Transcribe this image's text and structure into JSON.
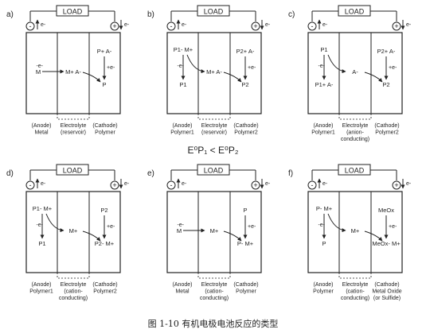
{
  "load_label": "LOAD",
  "minus_sign": "-",
  "plus_sign": "+",
  "electron": "e-",
  "caption": "图 1-10  有机电极电池反应的类型",
  "equation": {
    "text": "E⁰P₁ < E⁰P₂"
  },
  "panels": [
    {
      "letter": "a)",
      "labels": {
        "anode": [
          "(Anode)",
          "Metal"
        ],
        "electrolyte": [
          "Electrolyte",
          "(reservoir)"
        ],
        "cathode": [
          "(Cathode)",
          "Polymer"
        ]
      },
      "species": {
        "left_top": "",
        "left_mid": "M",
        "left_bottom": "",
        "left_arrow": "-e-",
        "middle": "M+ A-",
        "right_top": "P+ A-",
        "right_arrow": "+e-",
        "right_bottom": "P"
      }
    },
    {
      "letter": "b)",
      "labels": {
        "anode": [
          "(Anode)",
          "Polymer1"
        ],
        "electrolyte": [
          "Electrolyte",
          "(reservoir)"
        ],
        "cathode": [
          "(Cathode)",
          "Polymer2"
        ]
      },
      "species": {
        "left_top": "P1- M+",
        "left_mid": "",
        "left_bottom": "P1",
        "left_arrow": "-e-",
        "middle": "M+ A-",
        "right_top": "P2+ A-",
        "right_arrow": "+e-",
        "right_bottom": "P2"
      }
    },
    {
      "letter": "c)",
      "labels": {
        "anode": [
          "(Anode)",
          "Polymer1"
        ],
        "electrolyte": [
          "Electrolyte",
          "(anion-",
          "conducting)"
        ],
        "cathode": [
          "(Cathode)",
          "Polymer2"
        ]
      },
      "species": {
        "left_top": "P1",
        "left_mid": "",
        "left_bottom": "P1+ A-",
        "left_arrow": "-e-",
        "middle": "A-",
        "right_top": "P2+ A-",
        "right_arrow": "+e-",
        "right_bottom": "P2"
      }
    },
    {
      "letter": "d)",
      "labels": {
        "anode": [
          "(Anode)",
          "Polymer1"
        ],
        "electrolyte": [
          "Electrolyte",
          "(cation-",
          "conducting)"
        ],
        "cathode": [
          "(Cathode)",
          "Polymer2"
        ]
      },
      "species": {
        "left_top": "P1- M+",
        "left_mid": "",
        "left_bottom": "P1",
        "left_arrow": "-e-",
        "middle": "M+",
        "right_top": "P2",
        "right_arrow": "+e-",
        "right_bottom": "P2- M+"
      }
    },
    {
      "letter": "e)",
      "labels": {
        "anode": [
          "(Anode)",
          "Metal"
        ],
        "electrolyte": [
          "Electrolyte",
          "(cation-",
          "conducting)"
        ],
        "cathode": [
          "(Cathode)",
          "Polymer"
        ]
      },
      "species": {
        "left_top": "",
        "left_mid": "M",
        "left_bottom": "",
        "left_arrow": "-e-",
        "middle": "M+",
        "right_top": "P",
        "right_arrow": "+e-",
        "right_bottom": "P- M+"
      }
    },
    {
      "letter": "f)",
      "labels": {
        "anode": [
          "(Anode)",
          "Polymer"
        ],
        "electrolyte": [
          "Electrolyte",
          "(cation-",
          "conducting)"
        ],
        "cathode": [
          "(Cathode)",
          "Metal Oxide",
          "(or Sulfide)"
        ]
      },
      "species": {
        "left_top": "P- M+",
        "left_mid": "",
        "left_bottom": "P",
        "left_arrow": "-e-",
        "middle": "M+",
        "right_top": "MeOx",
        "right_arrow": "+e-",
        "right_bottom": "MeOx- M+"
      }
    }
  ]
}
